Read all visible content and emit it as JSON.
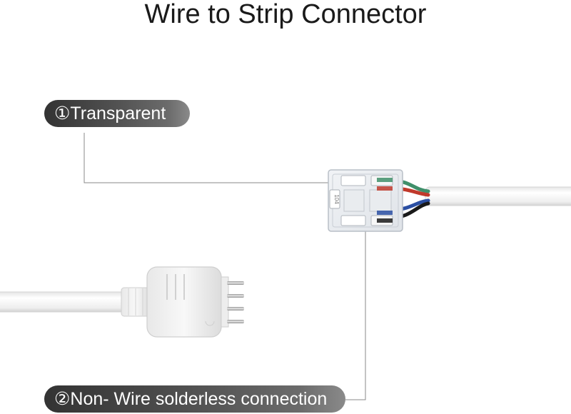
{
  "title": "Wire to Strip Connector",
  "callouts": [
    {
      "label": "①Transparent"
    },
    {
      "label": "②Non- Wire solderless connection"
    }
  ],
  "connector_marking": "104",
  "colors": {
    "pill_dark": "#333333",
    "cable": "#f2f2f2",
    "wire_green": "#3f8f6a",
    "wire_red": "#c0392b",
    "wire_blue": "#2b4fa3",
    "wire_black": "#1a1a1a",
    "pin_metal": "#c9c9c9"
  }
}
